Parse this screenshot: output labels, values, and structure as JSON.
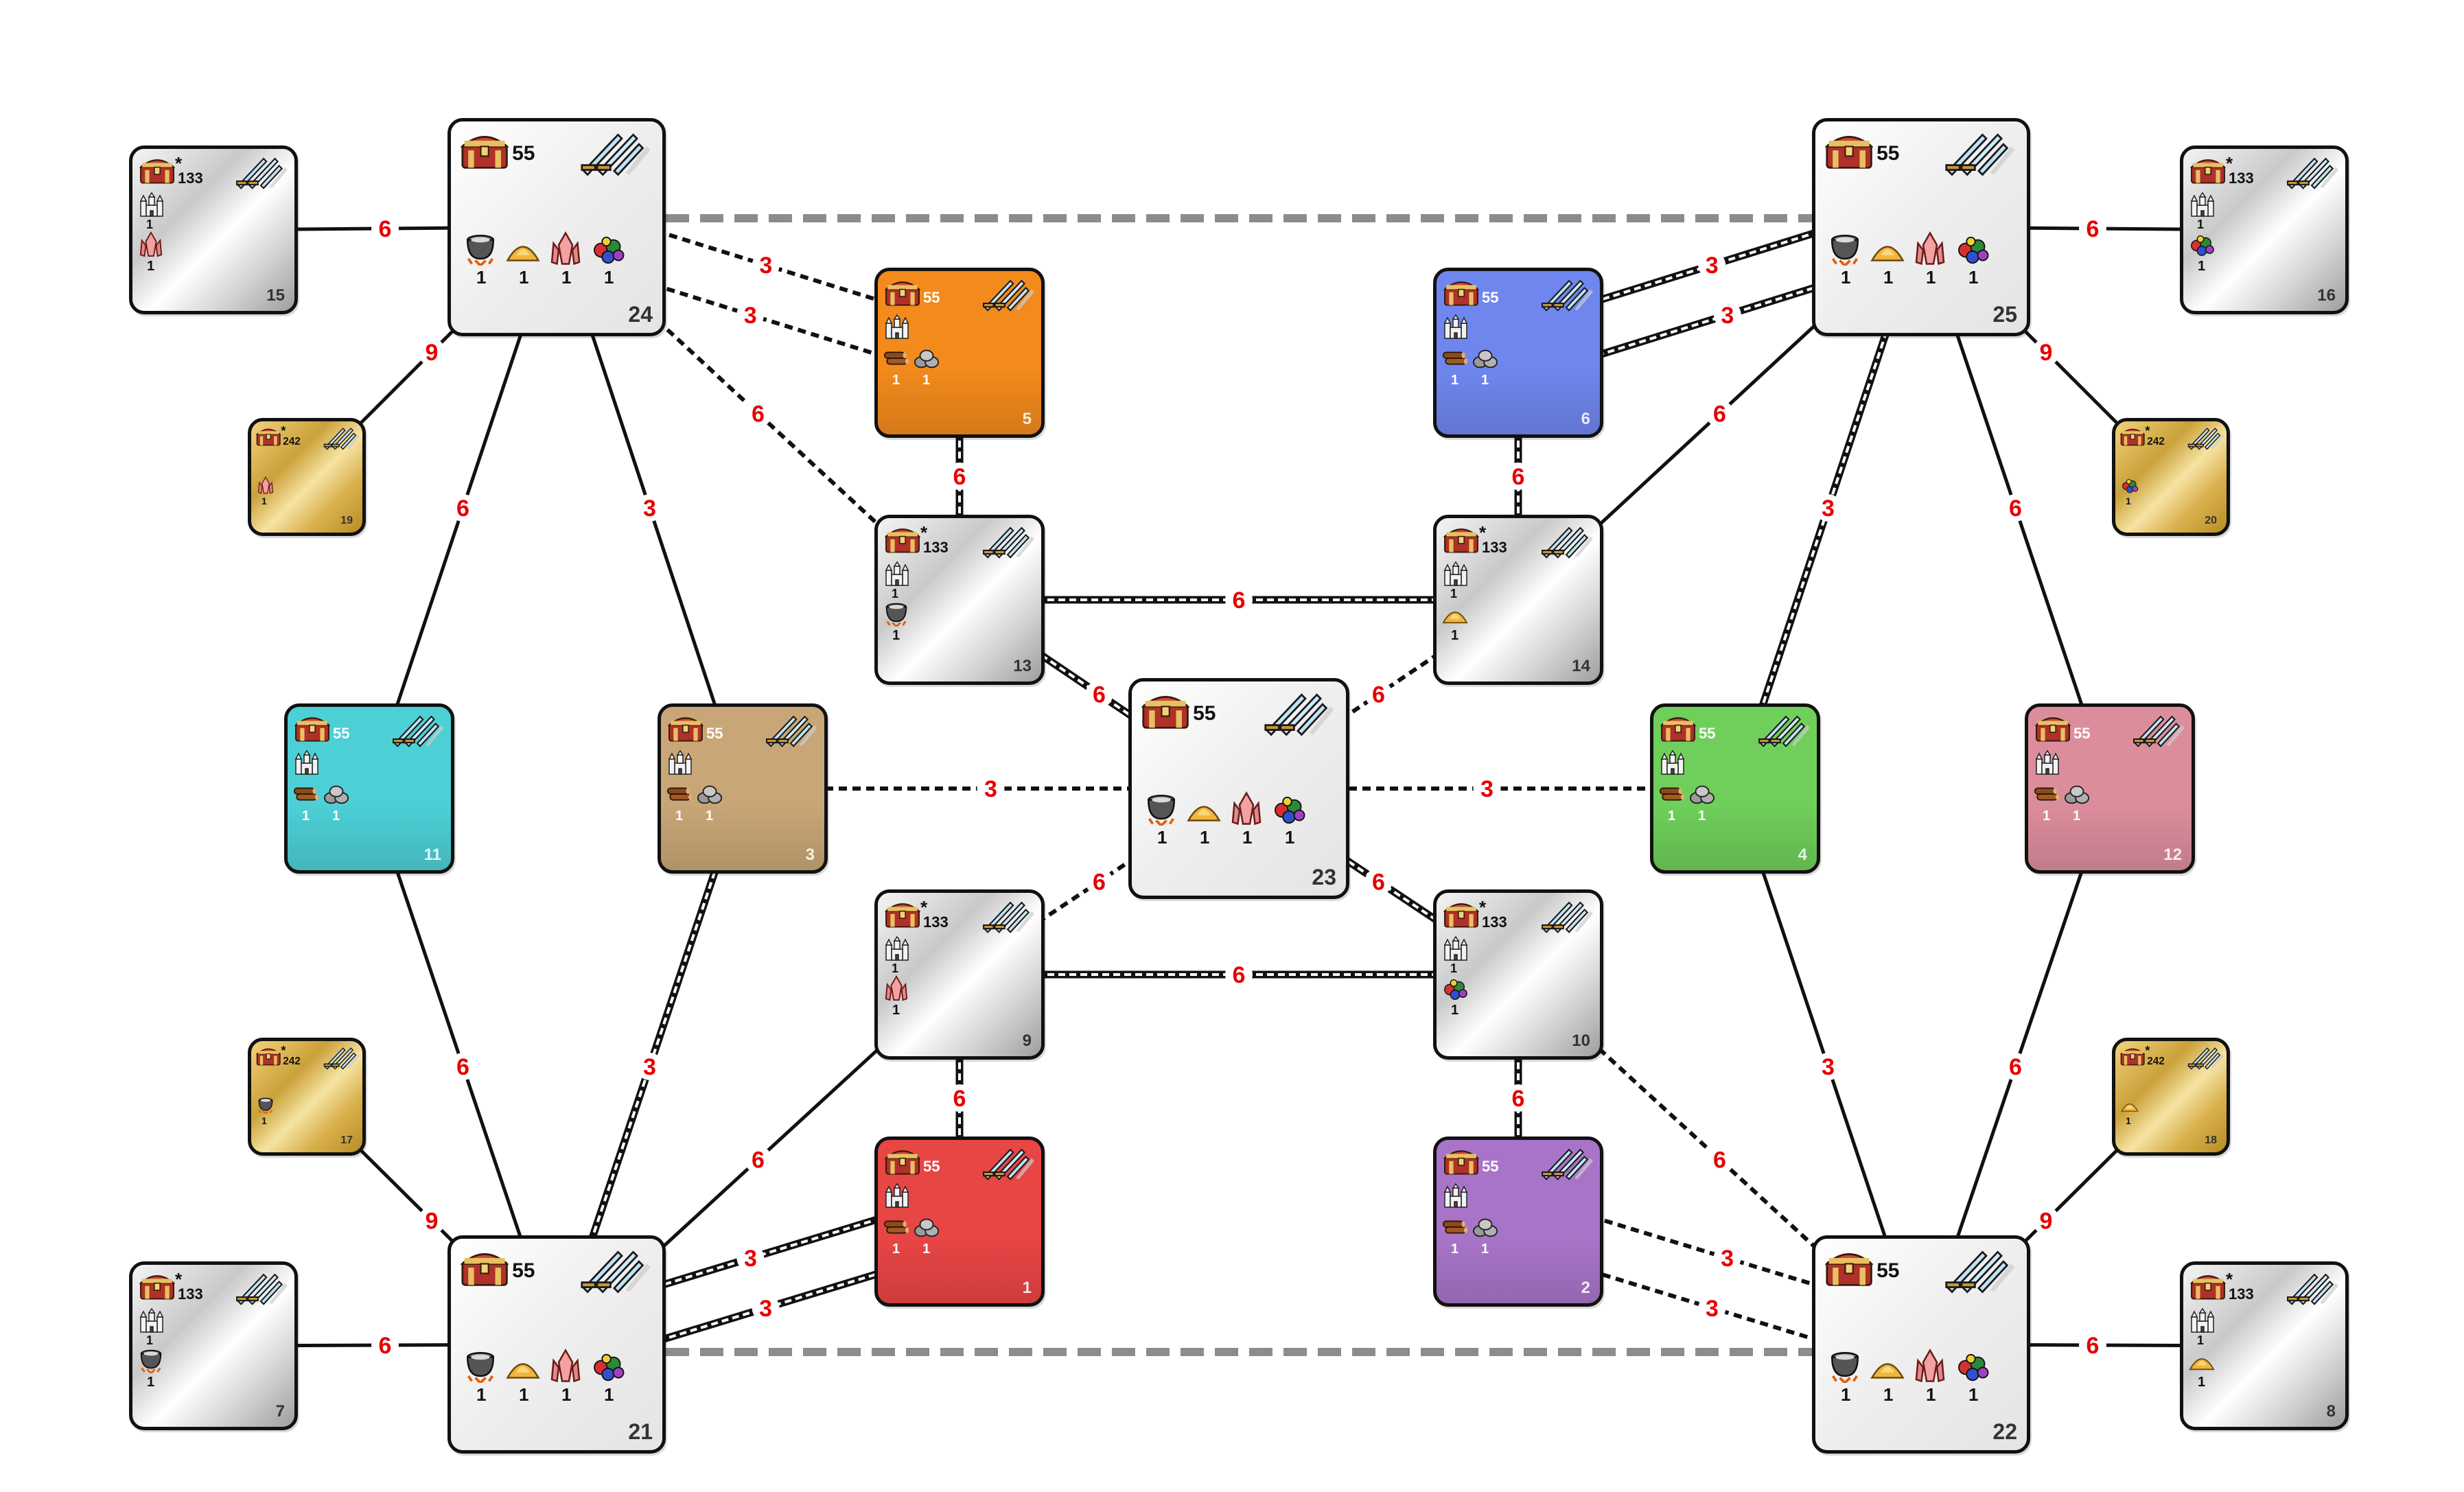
{
  "nodes": [
    {
      "id": "15",
      "type": "small",
      "style": "silver",
      "gold": "133",
      "star": "*",
      "castle": true,
      "castle_count": "1",
      "resources": [
        {
          "icon": "crystal-icon",
          "count": "1"
        }
      ]
    },
    {
      "id": "24",
      "type": "big",
      "style": "big",
      "gold": "55",
      "resources": [
        {
          "icon": "cauldron-icon",
          "count": "1"
        },
        {
          "icon": "sulfur-icon",
          "count": "1"
        },
        {
          "icon": "crystal-icon",
          "count": "1"
        },
        {
          "icon": "gems-icon",
          "count": "1"
        }
      ]
    },
    {
      "id": "19",
      "type": "mini",
      "style": "gold",
      "gold": "242",
      "star": "*",
      "resources": [
        {
          "icon": "crystal-icon",
          "count": "1"
        }
      ]
    },
    {
      "id": "5",
      "type": "town",
      "color": "#f28a1c",
      "gold": "55",
      "castle": true,
      "resources": [
        {
          "icon": "wood-icon",
          "count": "1"
        },
        {
          "icon": "ore-icon",
          "count": "1"
        }
      ]
    },
    {
      "id": "13",
      "type": "small",
      "style": "silver",
      "gold": "133",
      "star": "*",
      "castle": true,
      "castle_count": "1",
      "resources": [
        {
          "icon": "cauldron-icon",
          "count": "1"
        }
      ]
    },
    {
      "id": "11",
      "type": "town",
      "color": "#4dcfd6",
      "gold": "55",
      "castle": true,
      "resources": [
        {
          "icon": "wood-icon",
          "count": "1"
        },
        {
          "icon": "ore-icon",
          "count": "1"
        }
      ]
    },
    {
      "id": "3",
      "type": "town",
      "color": "#c8a677",
      "gold": "55",
      "castle": true,
      "resources": [
        {
          "icon": "wood-icon",
          "count": "1"
        },
        {
          "icon": "ore-icon",
          "count": "1"
        }
      ]
    },
    {
      "id": "23",
      "type": "big",
      "style": "big",
      "gold": "55",
      "resources": [
        {
          "icon": "cauldron-icon",
          "count": "1"
        },
        {
          "icon": "sulfur-icon",
          "count": "1"
        },
        {
          "icon": "crystal-icon",
          "count": "1"
        },
        {
          "icon": "gems-icon",
          "count": "1"
        }
      ]
    },
    {
      "id": "9",
      "type": "small",
      "style": "silver",
      "gold": "133",
      "star": "*",
      "castle": true,
      "castle_count": "1",
      "resources": [
        {
          "icon": "crystal-icon",
          "count": "1"
        }
      ]
    },
    {
      "id": "1",
      "type": "town",
      "color": "#e84545",
      "gold": "55",
      "castle": true,
      "resources": [
        {
          "icon": "wood-icon",
          "count": "1"
        },
        {
          "icon": "ore-icon",
          "count": "1"
        }
      ]
    },
    {
      "id": "17",
      "type": "mini",
      "style": "gold",
      "gold": "242",
      "star": "*",
      "resources": [
        {
          "icon": "cauldron-icon",
          "count": "1"
        }
      ]
    },
    {
      "id": "7",
      "type": "small",
      "style": "silver",
      "gold": "133",
      "star": "*",
      "castle": true,
      "castle_count": "1",
      "resources": [
        {
          "icon": "cauldron-icon",
          "count": "1"
        }
      ]
    },
    {
      "id": "21",
      "type": "big",
      "style": "big",
      "gold": "55",
      "resources": [
        {
          "icon": "cauldron-icon",
          "count": "1"
        },
        {
          "icon": "sulfur-icon",
          "count": "1"
        },
        {
          "icon": "crystal-icon",
          "count": "1"
        },
        {
          "icon": "gems-icon",
          "count": "1"
        }
      ]
    },
    {
      "id": "6",
      "type": "town",
      "color": "#6f86ee",
      "gold": "55",
      "castle": true,
      "resources": [
        {
          "icon": "wood-icon",
          "count": "1"
        },
        {
          "icon": "ore-icon",
          "count": "1"
        }
      ]
    },
    {
      "id": "14",
      "type": "small",
      "style": "silver",
      "gold": "133",
      "star": "*",
      "castle": true,
      "castle_count": "1",
      "resources": [
        {
          "icon": "sulfur-icon",
          "count": "1"
        }
      ]
    },
    {
      "id": "25",
      "type": "big",
      "style": "big",
      "gold": "55",
      "resources": [
        {
          "icon": "cauldron-icon",
          "count": "1"
        },
        {
          "icon": "sulfur-icon",
          "count": "1"
        },
        {
          "icon": "crystal-icon",
          "count": "1"
        },
        {
          "icon": "gems-icon",
          "count": "1"
        }
      ]
    },
    {
      "id": "16",
      "type": "small",
      "style": "silver",
      "gold": "133",
      "star": "*",
      "castle": true,
      "castle_count": "1",
      "resources": [
        {
          "icon": "gems-icon",
          "count": "1"
        }
      ]
    },
    {
      "id": "20",
      "type": "mini",
      "style": "gold",
      "gold": "242",
      "star": "*",
      "resources": [
        {
          "icon": "gems-icon",
          "count": "1"
        }
      ]
    },
    {
      "id": "4",
      "type": "town",
      "color": "#6fcf5a",
      "gold": "55",
      "castle": true,
      "resources": [
        {
          "icon": "wood-icon",
          "count": "1"
        },
        {
          "icon": "ore-icon",
          "count": "1"
        }
      ]
    },
    {
      "id": "12",
      "type": "town",
      "color": "#dc8d9c",
      "gold": "55",
      "castle": true,
      "resources": [
        {
          "icon": "wood-icon",
          "count": "1"
        },
        {
          "icon": "ore-icon",
          "count": "1"
        }
      ]
    },
    {
      "id": "10",
      "type": "small",
      "style": "silver",
      "gold": "133",
      "star": "*",
      "castle": true,
      "castle_count": "1",
      "resources": [
        {
          "icon": "gems-icon",
          "count": "1"
        }
      ]
    },
    {
      "id": "2",
      "type": "town",
      "color": "#a874c8",
      "gold": "55",
      "castle": true,
      "resources": [
        {
          "icon": "wood-icon",
          "count": "1"
        },
        {
          "icon": "ore-icon",
          "count": "1"
        }
      ]
    },
    {
      "id": "18",
      "type": "mini",
      "style": "gold",
      "gold": "242",
      "star": "*",
      "resources": [
        {
          "icon": "sulfur-icon",
          "count": "1"
        }
      ]
    },
    {
      "id": "8",
      "type": "small",
      "style": "silver",
      "gold": "133",
      "star": "*",
      "castle": true,
      "castle_count": "1",
      "resources": [
        {
          "icon": "sulfur-icon",
          "count": "1"
        }
      ]
    },
    {
      "id": "22",
      "type": "big",
      "style": "big",
      "gold": "55",
      "resources": [
        {
          "icon": "cauldron-icon",
          "count": "1"
        },
        {
          "icon": "sulfur-icon",
          "count": "1"
        },
        {
          "icon": "crystal-icon",
          "count": "1"
        },
        {
          "icon": "gems-icon",
          "count": "1"
        }
      ]
    }
  ],
  "edges": [
    {
      "a": "15",
      "b": "24",
      "label": "6",
      "style": "solid"
    },
    {
      "a": "19",
      "b": "24",
      "label": "9",
      "style": "solid"
    },
    {
      "a": "24",
      "b": "11",
      "label": "6",
      "style": "solid"
    },
    {
      "a": "24",
      "b": "3",
      "label": "3",
      "style": "solid"
    },
    {
      "a": "24",
      "b": "5",
      "label": "3",
      "style": "dotted",
      "variant": "upper"
    },
    {
      "a": "24",
      "b": "5",
      "label": "3",
      "style": "dotted",
      "variant": "lower"
    },
    {
      "a": "24",
      "b": "13",
      "label": "6",
      "style": "dotted"
    },
    {
      "a": "24",
      "b": "25",
      "label": "",
      "style": "dashed"
    },
    {
      "a": "5",
      "b": "13",
      "label": "6",
      "style": "double"
    },
    {
      "a": "13",
      "b": "14",
      "label": "6",
      "style": "double"
    },
    {
      "a": "13",
      "b": "23",
      "label": "6",
      "style": "double"
    },
    {
      "a": "3",
      "b": "23",
      "label": "3",
      "style": "dotted"
    },
    {
      "a": "23",
      "b": "4",
      "label": "3",
      "style": "dotted"
    },
    {
      "a": "23",
      "b": "14",
      "label": "6",
      "style": "dotted"
    },
    {
      "a": "23",
      "b": "9",
      "label": "6",
      "style": "dotted"
    },
    {
      "a": "23",
      "b": "10",
      "label": "6",
      "style": "double"
    },
    {
      "a": "9",
      "b": "10",
      "label": "6",
      "style": "double"
    },
    {
      "a": "9",
      "b": "1",
      "label": "6",
      "style": "double"
    },
    {
      "a": "9",
      "b": "21",
      "label": "6",
      "style": "solid"
    },
    {
      "a": "11",
      "b": "21",
      "label": "6",
      "style": "solid"
    },
    {
      "a": "3",
      "b": "21",
      "label": "3",
      "style": "double"
    },
    {
      "a": "17",
      "b": "21",
      "label": "9",
      "style": "solid"
    },
    {
      "a": "7",
      "b": "21",
      "label": "6",
      "style": "solid"
    },
    {
      "a": "21",
      "b": "1",
      "label": "3",
      "style": "double",
      "variant": "upper"
    },
    {
      "a": "21",
      "b": "1",
      "label": "3",
      "style": "double",
      "variant": "lower"
    },
    {
      "a": "21",
      "b": "22",
      "label": "",
      "style": "dashed"
    },
    {
      "a": "25",
      "b": "16",
      "label": "6",
      "style": "solid"
    },
    {
      "a": "25",
      "b": "20",
      "label": "9",
      "style": "solid"
    },
    {
      "a": "25",
      "b": "6",
      "label": "3",
      "style": "double",
      "variant": "upper"
    },
    {
      "a": "25",
      "b": "6",
      "label": "3",
      "style": "double",
      "variant": "lower"
    },
    {
      "a": "25",
      "b": "14",
      "label": "6",
      "style": "solid"
    },
    {
      "a": "25",
      "b": "4",
      "label": "3",
      "style": "double"
    },
    {
      "a": "25",
      "b": "12",
      "label": "6",
      "style": "solid"
    },
    {
      "a": "6",
      "b": "14",
      "label": "6",
      "style": "double"
    },
    {
      "a": "10",
      "b": "2",
      "label": "6",
      "style": "double"
    },
    {
      "a": "10",
      "b": "22",
      "label": "6",
      "style": "dotted"
    },
    {
      "a": "2",
      "b": "22",
      "label": "3",
      "style": "dotted",
      "variant": "upper"
    },
    {
      "a": "2",
      "b": "22",
      "label": "3",
      "style": "dotted",
      "variant": "lower"
    },
    {
      "a": "4",
      "b": "22",
      "label": "3",
      "style": "solid"
    },
    {
      "a": "12",
      "b": "22",
      "label": "6",
      "style": "solid"
    },
    {
      "a": "18",
      "b": "22",
      "label": "9",
      "style": "solid"
    },
    {
      "a": "8",
      "b": "22",
      "label": "6",
      "style": "solid"
    }
  ]
}
